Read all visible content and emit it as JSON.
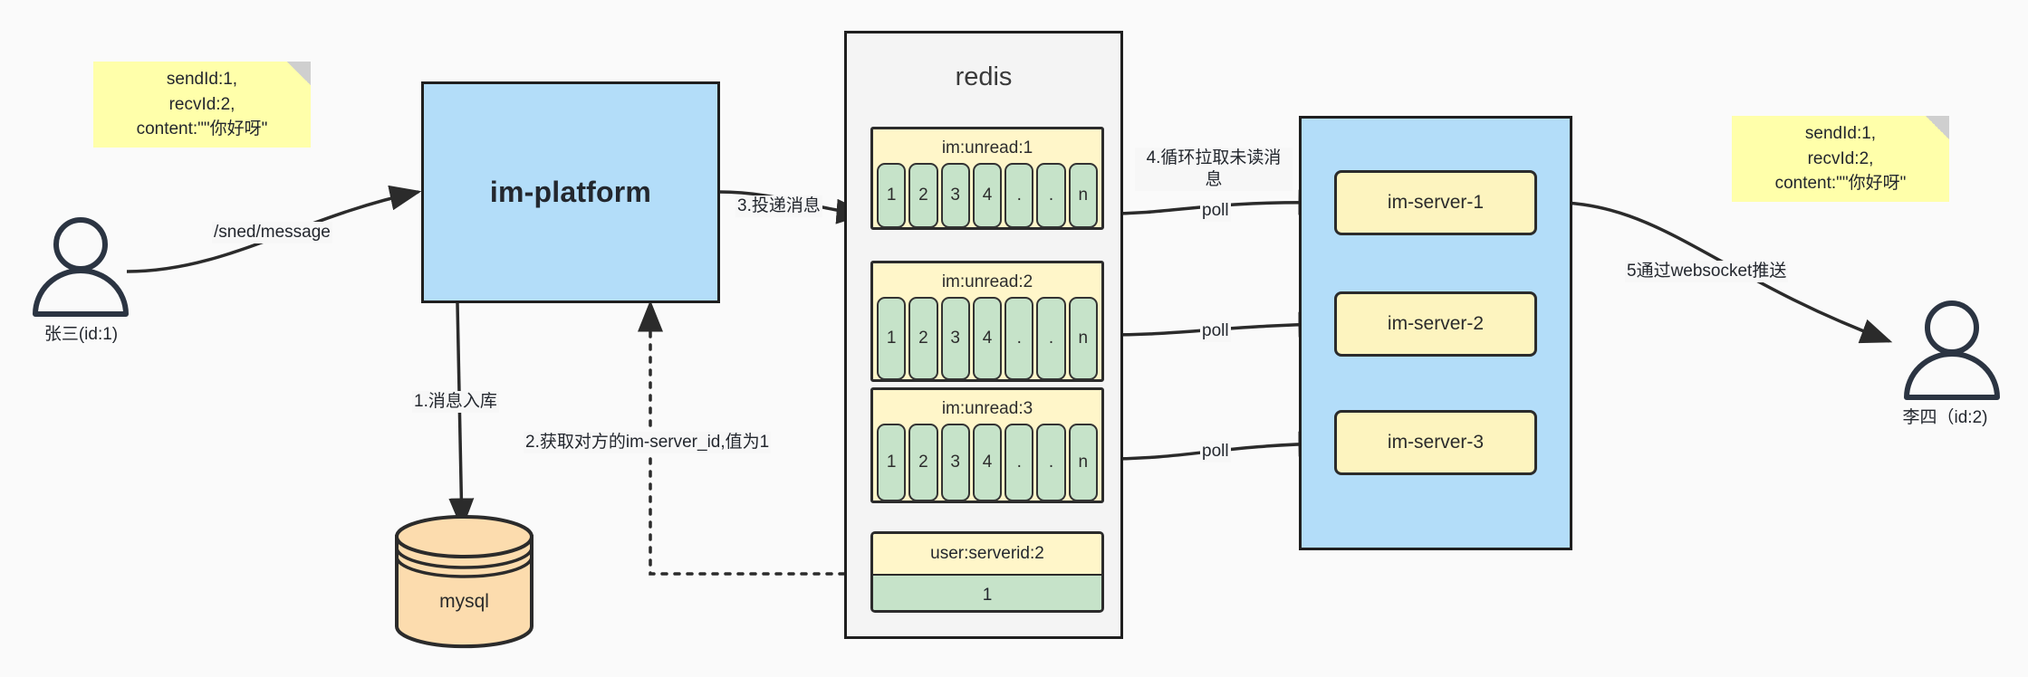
{
  "diagram": {
    "title": "IM message delivery architecture",
    "colors": {
      "note_yellow": "#ffffaa",
      "box_blue": "#b3ddf9",
      "queue_yellow": "#fff6c9",
      "cell_green": "#c6e3c9",
      "server_yellow": "#fdf4bf",
      "db_orange": "#fcdcae",
      "stroke": "#1f1f1f",
      "canvas": "#fafafa"
    }
  },
  "notes": {
    "left": "sendId:1,\nrecvId:2,\ncontent:\"\"你好呀\"",
    "right": "sendId:1,\nrecvId:2,\ncontent:\"\"你好呀\""
  },
  "actors": {
    "sender": {
      "label": "张三(id:1)",
      "icon": "person-icon"
    },
    "receiver": {
      "label": "李四（id:2)",
      "icon": "person-icon"
    }
  },
  "nodes": {
    "platform": "im-platform",
    "database": "mysql",
    "redis_title": "redis"
  },
  "redis": {
    "queues": [
      {
        "key": "im:unread:1",
        "cells": [
          "1",
          "2",
          "3",
          "4",
          ".",
          ".",
          "n"
        ]
      },
      {
        "key": "im:unread:2",
        "cells": [
          "1",
          "2",
          "3",
          "4",
          ".",
          ".",
          "n"
        ]
      },
      {
        "key": "im:unread:3",
        "cells": [
          "1",
          "2",
          "3",
          "4",
          ".",
          ".",
          "n"
        ]
      }
    ],
    "kv": {
      "key": "user:serverid:2",
      "value": "1"
    }
  },
  "servers": [
    {
      "label": "im-server-1"
    },
    {
      "label": "im-server-2"
    },
    {
      "label": "im-server-3"
    }
  ],
  "edges": {
    "send_message": "/sned/message",
    "step1": "1.消息入库",
    "step2": "2.获取对方的im-server_id,值为1",
    "step3": "3.投递消息",
    "step4": "4.循环拉取未读消\n息",
    "poll1": "poll",
    "poll2": "poll",
    "poll3": "poll",
    "step5": "5通过websocket推送"
  }
}
